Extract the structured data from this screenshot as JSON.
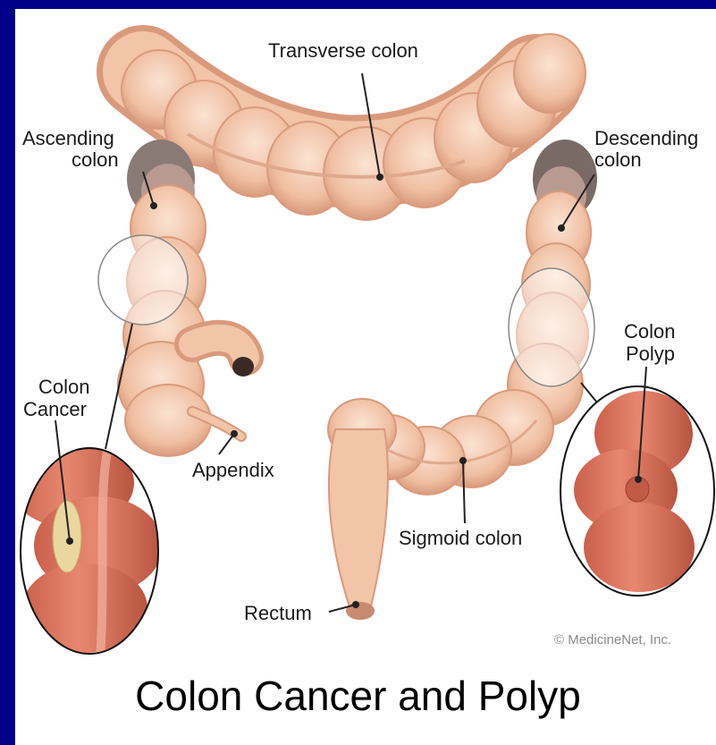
{
  "labels": {
    "transverse": "Transverse colon",
    "ascending_1": "Ascending",
    "ascending_2": "colon",
    "descending_1": "Descending",
    "descending_2": "colon",
    "cancer_1": "Colon",
    "cancer_2": "Cancer",
    "polyp_1": "Colon",
    "polyp_2": "Polyp",
    "appendix": "Appendix",
    "sigmoid": "Sigmoid colon",
    "rectum": "Rectum"
  },
  "copyright": "© MedicineNet, Inc.",
  "caption": "Colon Cancer and Polyp",
  "colors": {
    "border": "#00008b",
    "tissue": "#f2c4a8",
    "tissue_shadow": "#d79a7c",
    "tissue_dark": "#7a6a66",
    "inset_tissue": "#d9735e",
    "tumor": "#e8d39a"
  }
}
